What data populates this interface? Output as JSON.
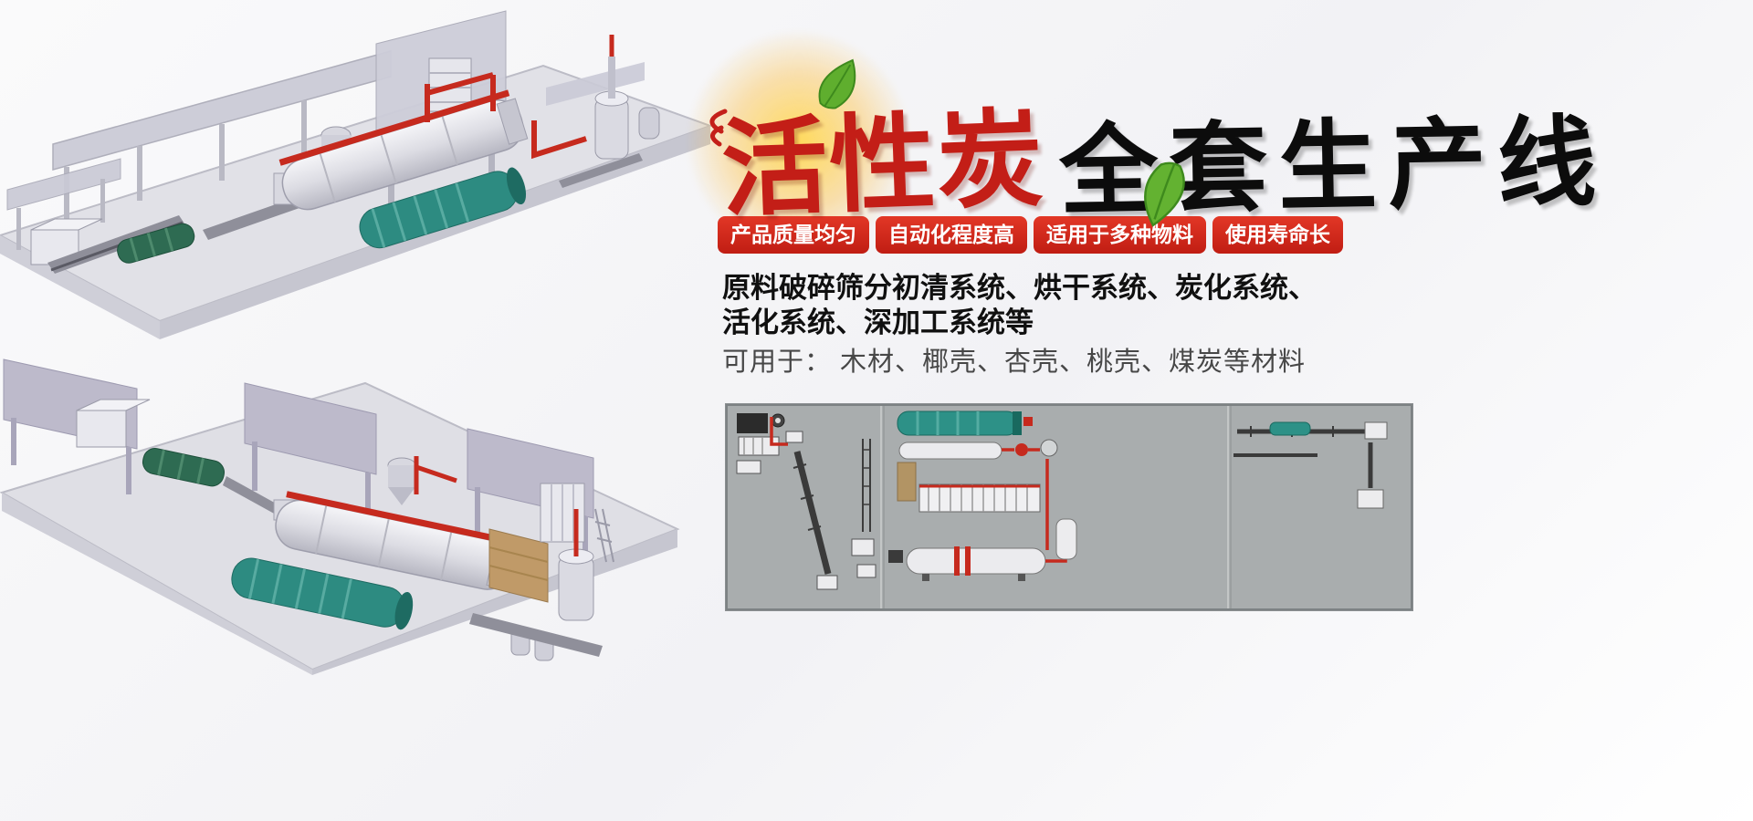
{
  "hero": {
    "title": {
      "highlight": "活性炭",
      "rest": "全套生产线"
    },
    "badges": [
      {
        "label": "产品质量均匀"
      },
      {
        "label": "自动化程度高"
      },
      {
        "label": "适用于多种物料"
      },
      {
        "label": "使用寿命长"
      }
    ],
    "description": {
      "line1": "原料破碎筛分初清系统、烘干系统、炭化系统、",
      "line2": "活化系统、深加工系统等",
      "line3": "可用于： 木材、椰壳、杏壳、桃壳、煤炭等材料"
    }
  },
  "icons": {
    "leaf": "leaf-icon",
    "glow": "sun-glow-decoration",
    "swoosh": "speed-lines-decoration"
  },
  "illustrations": {
    "top_label": "production-line-3d-render-top",
    "bottom_label": "production-line-3d-render-bottom",
    "schematic_label": "plant-layout-schematic"
  },
  "colors": {
    "badge_red_top": "#e23726",
    "badge_red_bottom": "#c01d13",
    "title_red": "#c31e17",
    "title_black": "#0c0c0c",
    "leaf_green": "#5fae2e",
    "pipe_red": "#c62a1e",
    "machine_teal": "#2d8b81",
    "schematic_bg": "#a9adae",
    "page_bg": "#f5f5f7"
  }
}
